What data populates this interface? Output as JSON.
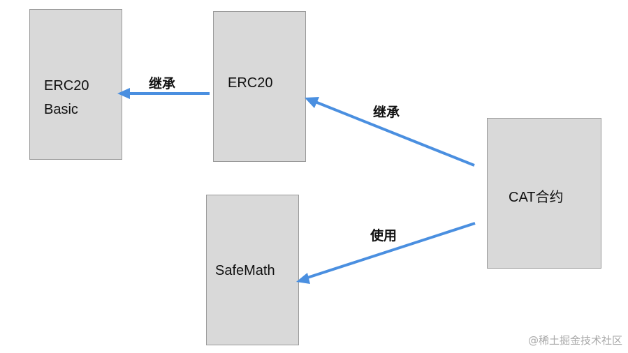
{
  "nodes": {
    "erc20basic": {
      "line1": "ERC20",
      "line2": "Basic"
    },
    "erc20": {
      "label": "ERC20"
    },
    "cat": {
      "label": "CAT合约"
    },
    "safemath": {
      "label": "SafeMath"
    }
  },
  "edges": [
    {
      "from": "erc20",
      "to": "erc20basic",
      "label": "继承"
    },
    {
      "from": "cat",
      "to": "erc20",
      "label": "继承"
    },
    {
      "from": "cat",
      "to": "safemath",
      "label": "使用"
    }
  ],
  "colors": {
    "box_fill": "#d9d9d9",
    "box_border": "#9a9a9a",
    "arrow": "#4a8fe0"
  },
  "watermark": "@稀土掘金技术社区"
}
